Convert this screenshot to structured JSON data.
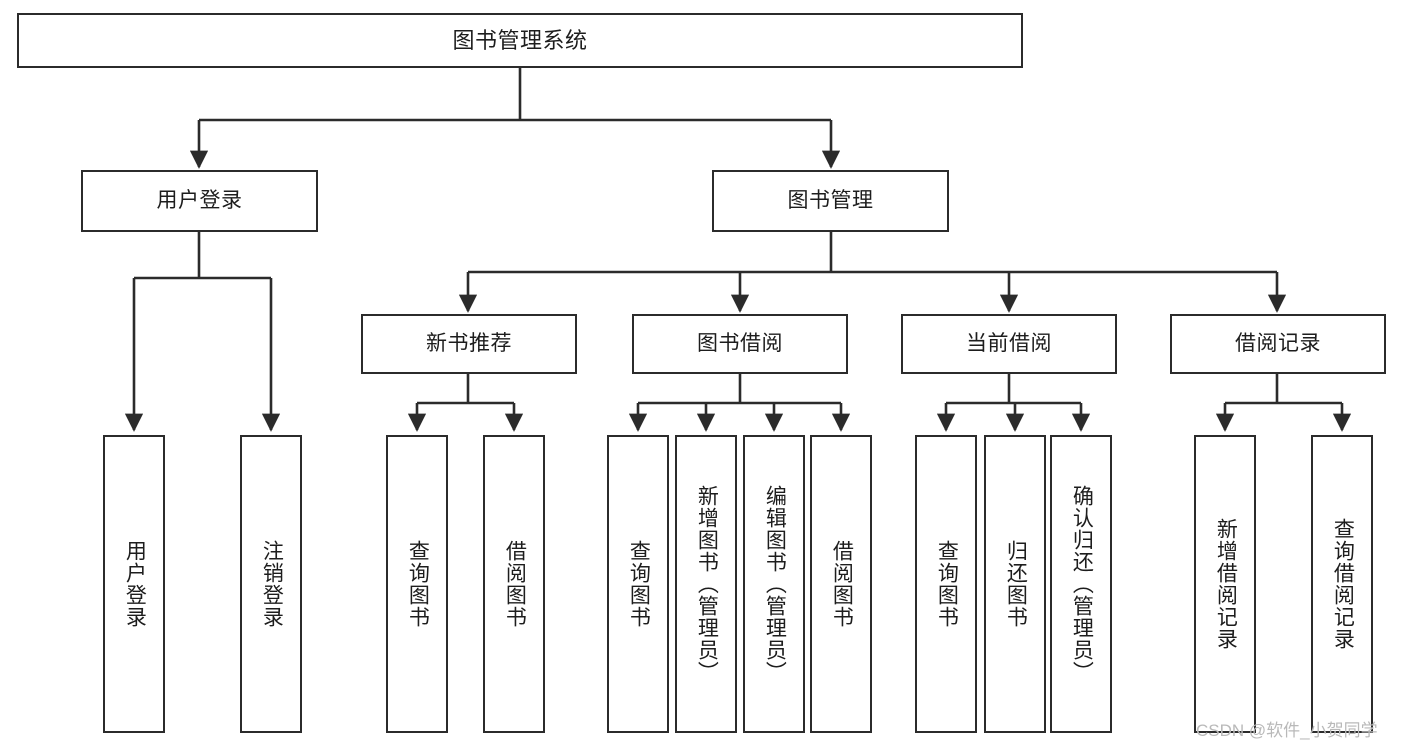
{
  "diagram": {
    "title": "图书管理系统",
    "type": "tree-hierarchy-diagram",
    "background_color": "#ffffff",
    "line_color": "#2b2b2b",
    "text_color": "#1d1d1d",
    "watermark": "CSDN @软件_小贺同学"
  },
  "nodes": {
    "root": {
      "label": "图书管理系统"
    },
    "level1": [
      {
        "label": "用户登录"
      },
      {
        "label": "图书管理"
      }
    ],
    "level2": [
      {
        "label": "新书推荐"
      },
      {
        "label": "图书借阅"
      },
      {
        "label": "当前借阅"
      },
      {
        "label": "借阅记录"
      }
    ],
    "leaves": {
      "user_login": [
        {
          "label": "用户登录"
        },
        {
          "label": "注销登录"
        }
      ],
      "new_book_recommend": [
        {
          "label": "查询图书"
        },
        {
          "label": "借阅图书"
        }
      ],
      "book_borrow": [
        {
          "label": "查询图书"
        },
        {
          "label": "新增图书（管理员）"
        },
        {
          "label": "编辑图书（管理员）"
        },
        {
          "label": "借阅图书"
        }
      ],
      "current_borrow": [
        {
          "label": "查询图书"
        },
        {
          "label": "归还图书"
        },
        {
          "label": "确认归还（管理员）"
        }
      ],
      "borrow_record": [
        {
          "label": "新增借阅记录"
        },
        {
          "label": "查询借阅记录"
        }
      ]
    }
  }
}
